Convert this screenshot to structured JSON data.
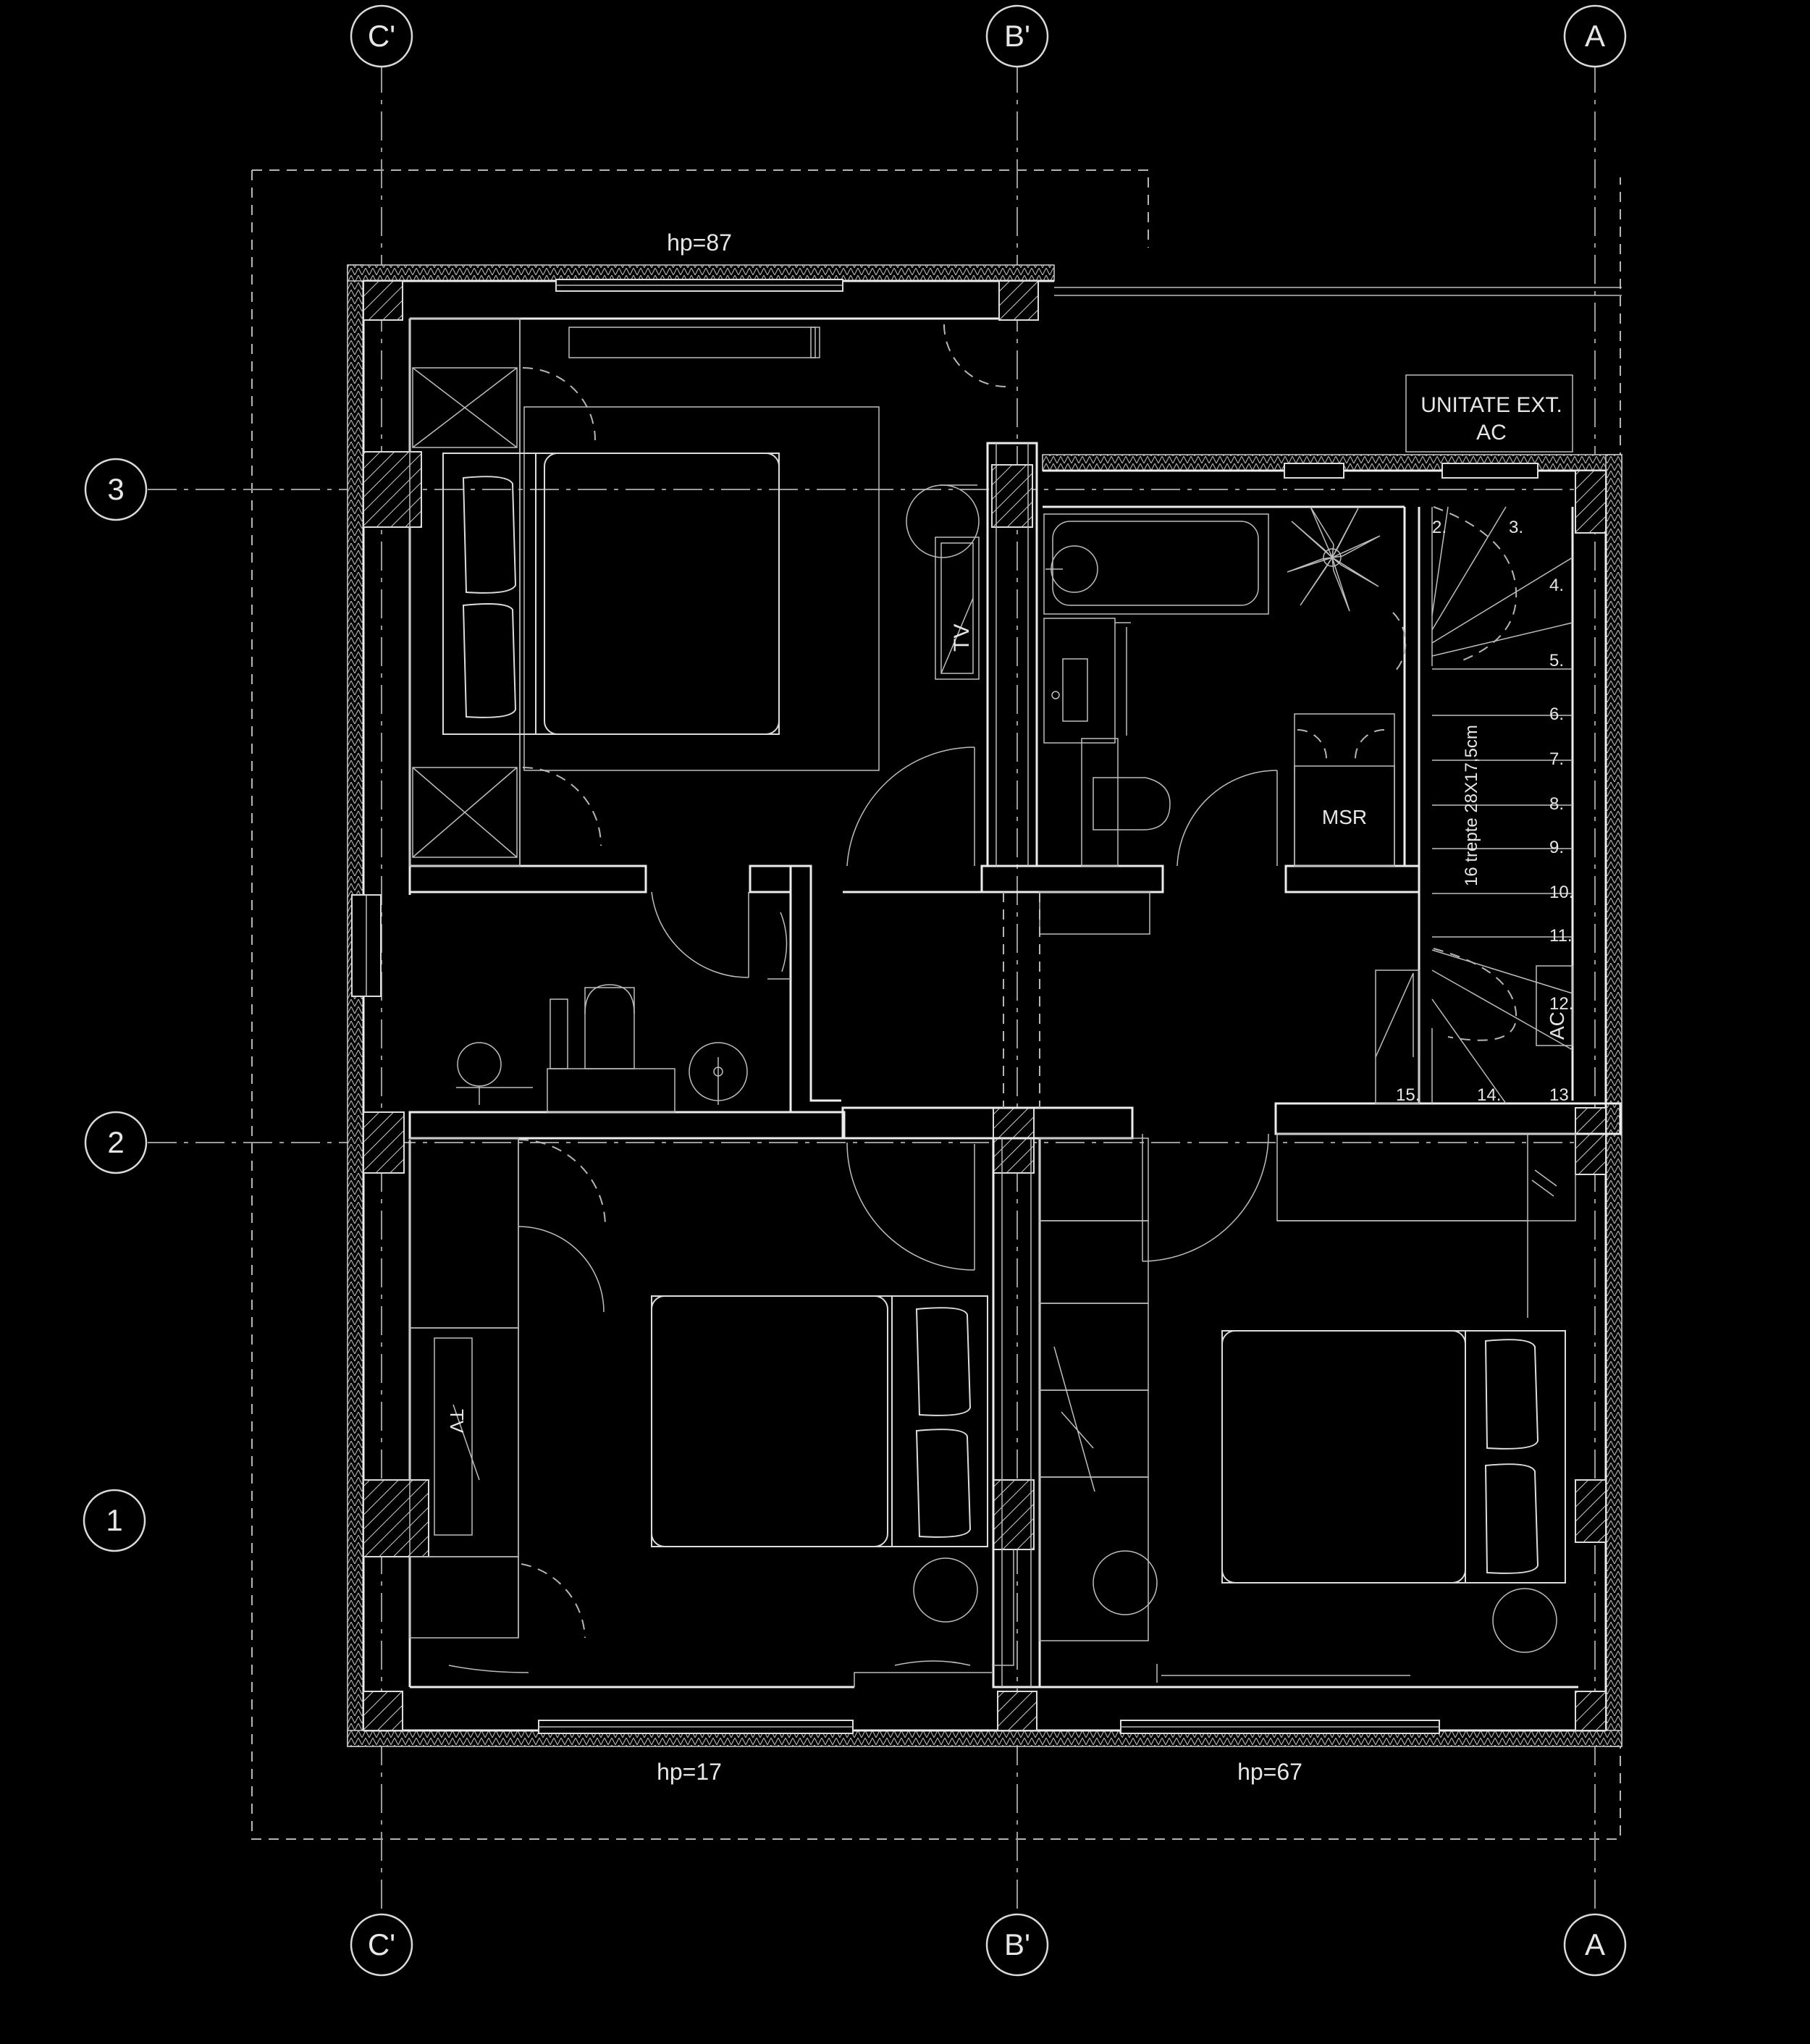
{
  "axes": {
    "columns": [
      {
        "id": "col-c",
        "label": "C'"
      },
      {
        "id": "col-b",
        "label": "B'"
      },
      {
        "id": "col-a",
        "label": "A"
      }
    ],
    "rows": [
      {
        "id": "row-3",
        "label": "3"
      },
      {
        "id": "row-2",
        "label": "2"
      },
      {
        "id": "row-1",
        "label": "1"
      }
    ]
  },
  "window_heights": {
    "top": "hp=87",
    "bottom_left": "hp=17",
    "bottom_right": "hp=67"
  },
  "labels": {
    "ac_unit_line1": "UNITATE EXT.",
    "ac_unit_line2": "AC",
    "msr": "MSR",
    "ac": "AC",
    "tv": "TV",
    "stair_spec": "16 trepte 28X17,5cm"
  },
  "stair_steps": [
    "2.",
    "3.",
    "4.",
    "5.",
    "6.",
    "7.",
    "8.",
    "9.",
    "10.",
    "11.",
    "12.",
    "13",
    "14.",
    "15."
  ]
}
